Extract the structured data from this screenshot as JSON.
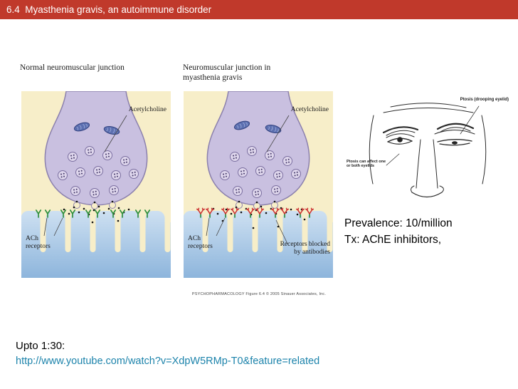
{
  "header": {
    "title": "6.4  Myasthenia gravis, an autoimmune disorder"
  },
  "panels": {
    "normal": {
      "title": "Normal neuromuscular junction",
      "acetylcholine_label": "Acetylcholine",
      "receptors_label": "ACh receptors"
    },
    "mg": {
      "title": "Neuromuscular junction in myasthenia gravis",
      "acetylcholine_label": "Acetylcholine",
      "receptors_label": "ACh receptors",
      "blocked_label": "Receptors blocked by antibodies"
    },
    "caption": "PSYCHOPHARMACOLOGY Figure 6.4  © 2005 Sinauer Associates, Inc."
  },
  "face": {
    "label_ptosis": "Ptosis (drooping eyelid)",
    "label_affect": "Ptosis can affect one or both eyelids"
  },
  "facts": {
    "prevalence": "Prevalence: 10/million",
    "treatment": "Tx: AChE inhibitors,"
  },
  "footer": {
    "lead": "Upto 1:30:",
    "url": "http://www.youtube.com/watch?v=XdpW5RMp-T0&feature=related"
  },
  "colors": {
    "header_bg": "#c0392b",
    "panel_bg": "#f7eec9",
    "terminal_purple": "#c9c0e0",
    "muscle_blue": "#8fb7dd",
    "receptor_green": "#2f8f3e",
    "antibody_red": "#cc3333",
    "link": "#1c83ab"
  }
}
